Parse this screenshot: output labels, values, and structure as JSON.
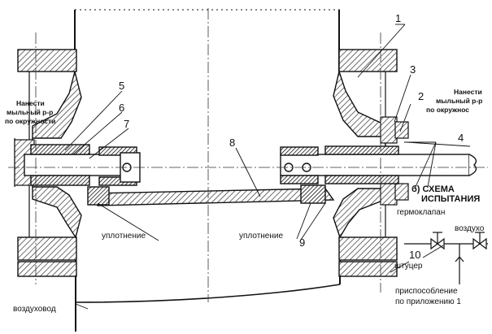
{
  "callouts": {
    "c1": "1",
    "c2": "2",
    "c3": "3",
    "c4": "4",
    "c5": "5",
    "c6": "6",
    "c7": "7",
    "c8": "8",
    "c9": "9",
    "c10": "10"
  },
  "labels": {
    "soap_left_1": "Нанести",
    "soap_left_2": "мыльный р-р",
    "soap_left_3": "по окружности",
    "soap_right_1": "Нанести",
    "soap_right_2": "мыльный р-р",
    "soap_right_3": "по окружнос",
    "seal_left": "уплотнение",
    "seal_right": "уплотнение",
    "scheme_1": "б) СХЕМА",
    "scheme_2": "ИСПЫТАНИЯ",
    "valve": "гермоклапан",
    "air": "воздухо",
    "fitting": "штуцер",
    "device_1": "приспособление",
    "device_2": "по приложению 1",
    "duct": "воздуховод"
  },
  "colors": {
    "ink": "#111111",
    "hatch": "#222222",
    "paper": "#ffffff"
  }
}
